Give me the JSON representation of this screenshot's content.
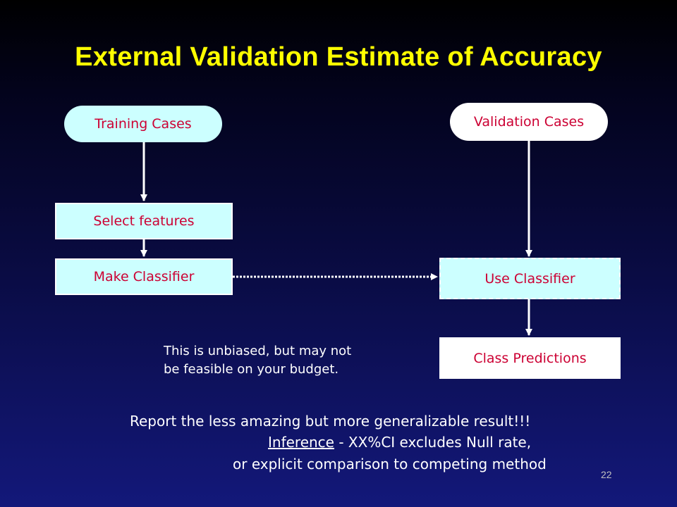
{
  "slide": {
    "title": "External Validation Estimate of Accuracy",
    "page_number": "22"
  },
  "colors": {
    "title": "#ffff00",
    "node_text": "#cc0033",
    "node_fill": "#ccffff",
    "arrow": "#ffffff",
    "background_top": "#000000",
    "background_bottom": "#13187a"
  },
  "nodes": {
    "training_cases": "Training Cases",
    "select_features": "Select features",
    "make_classifier": "Make Classifier",
    "validation_cases": "Validation Cases",
    "use_classifier": "Use Classifier",
    "class_predictions": "Class Predictions"
  },
  "notes": {
    "unbiased_line1": "This is unbiased, but may not",
    "unbiased_line2": "be feasible on your budget.",
    "report_line1": "Report the less amazing but more generalizable result!!!",
    "inference_label": "Inference",
    "inference_rest": " - XX%CI excludes Null rate,",
    "report_line3": "or explicit comparison to competing method"
  }
}
